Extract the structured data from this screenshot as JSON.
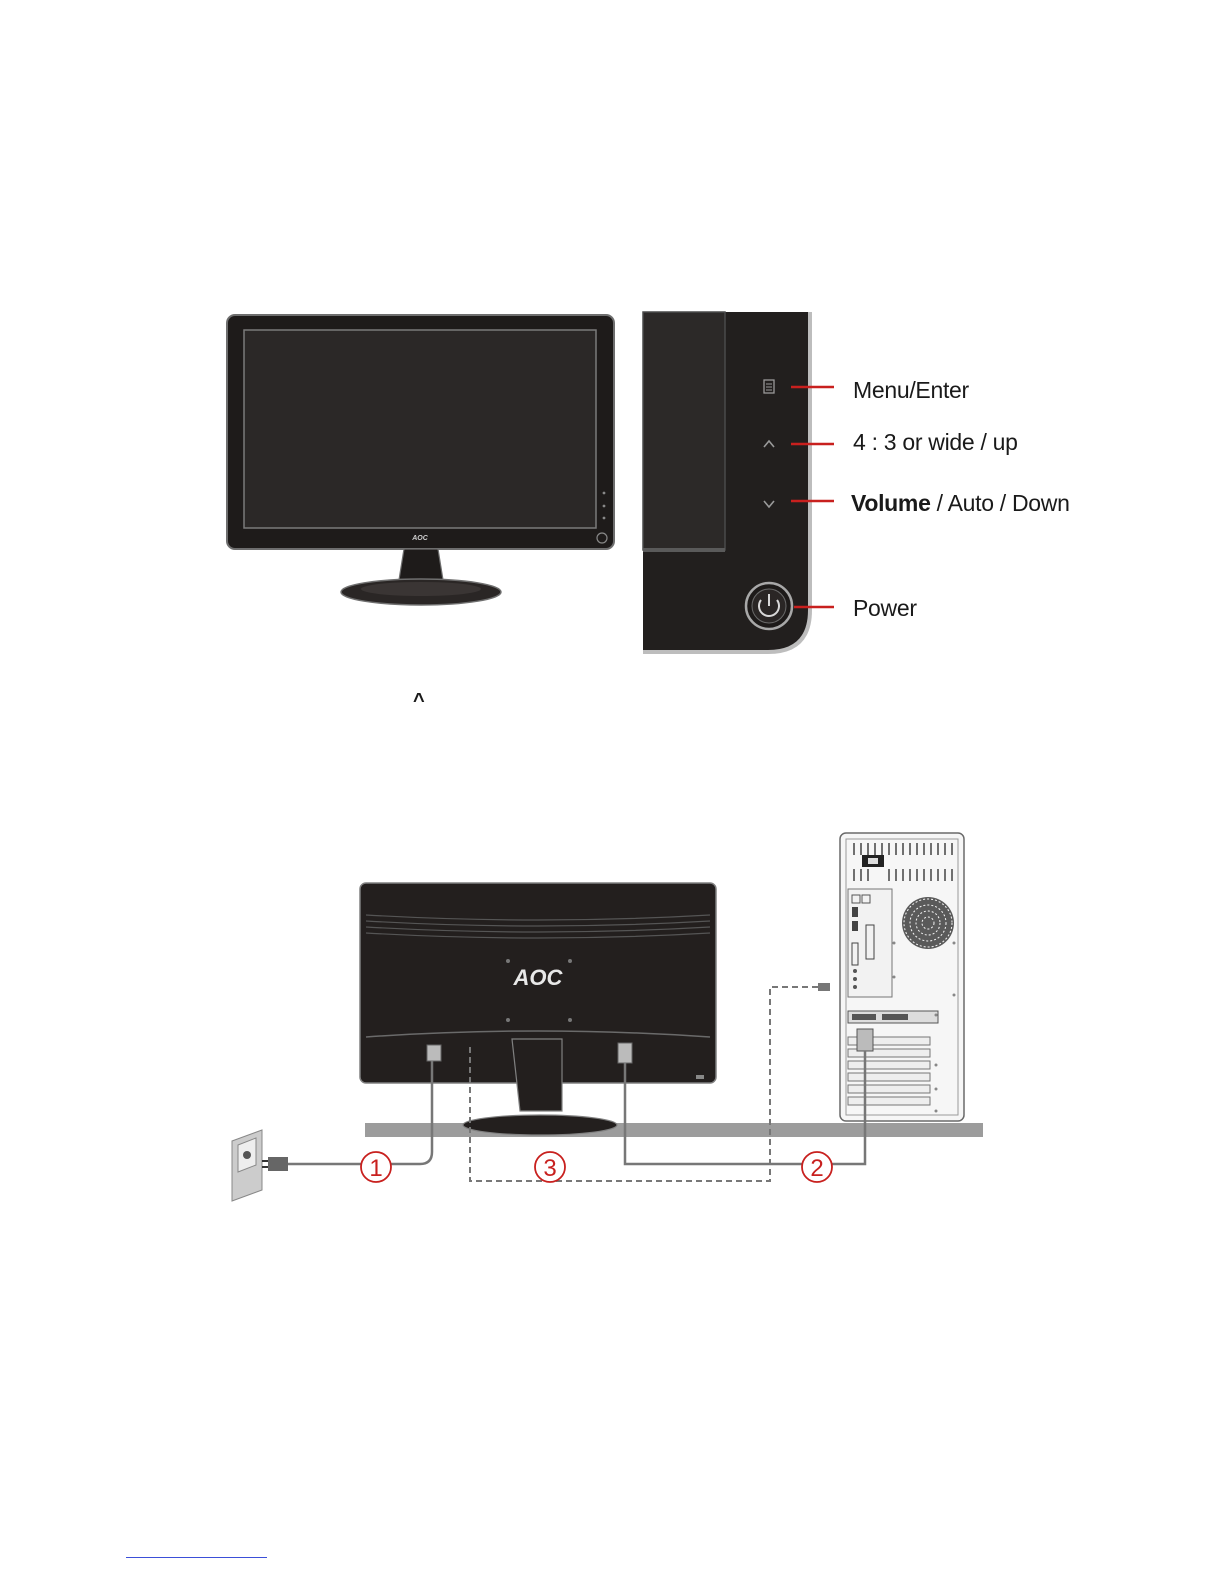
{
  "figure_front": {
    "brand_logo": "AOC",
    "labels": {
      "menu": "Menu/Enter",
      "ratio": "4 : 3 or wide / up",
      "volume_bold": "Volume",
      "volume_rest": " / Auto / Down",
      "power": "Power"
    },
    "icons": [
      "menu-icon",
      "up-arrow-icon",
      "down-arrow-icon",
      "power-icon"
    ],
    "stray_caret": "^"
  },
  "figure_connection": {
    "brand_logo": "AOC",
    "callouts": [
      "①",
      "②",
      "③"
    ]
  },
  "colors": {
    "label_red": "#c8201e",
    "bezel": "#231f1e",
    "outline": "#9a9a9a"
  }
}
